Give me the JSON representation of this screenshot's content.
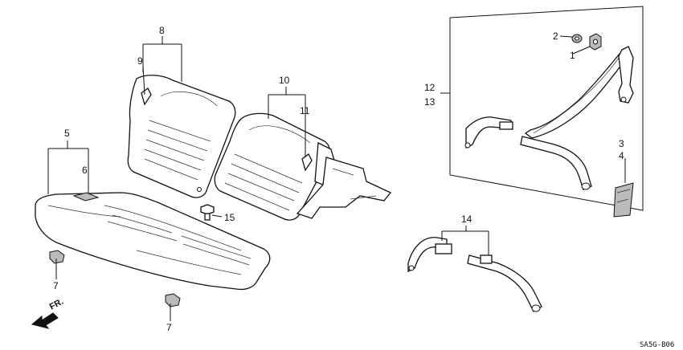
{
  "callouts": {
    "c1": "1",
    "c2": "2",
    "c3": "3",
    "c4": "4",
    "c5": "5",
    "c6": "6",
    "c7a": "7",
    "c7b": "7",
    "c8": "8",
    "c9": "9",
    "c10": "10",
    "c11": "11",
    "c12": "12",
    "c13": "13",
    "c14": "14",
    "c15": "15"
  },
  "direction_label": "FR.",
  "diagram_code": "SA5G-B06"
}
